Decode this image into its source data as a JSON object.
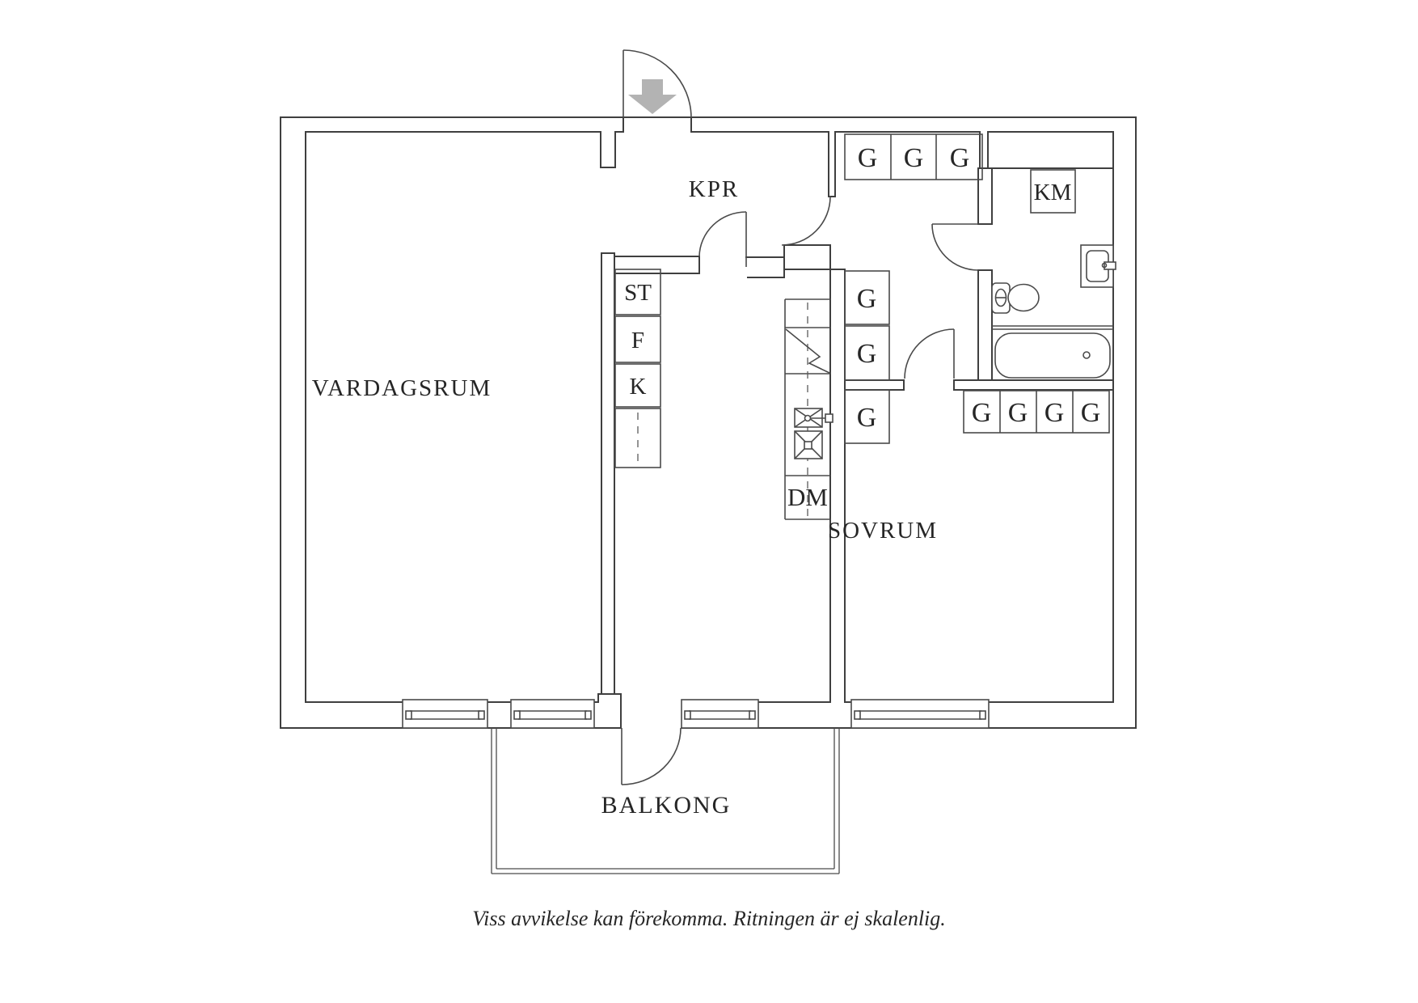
{
  "plan": {
    "rooms": {
      "living_room": "VARDAGSRUM",
      "bedroom": "SOVRUM",
      "hallway": "KPR",
      "balcony": "BALKONG"
    },
    "kitchen_units": {
      "st": "ST",
      "f": "F",
      "k": "K",
      "dm": "DM"
    },
    "bathroom_units": {
      "km": "KM"
    },
    "wardrobes": {
      "hall_top_row": [
        "G",
        "G",
        "G"
      ],
      "hall_column": [
        "G",
        "G",
        "G"
      ],
      "bedroom_row": [
        "G",
        "G",
        "G",
        "G"
      ]
    },
    "footer_note": "Viss avvikelse kan förekomma. Ritningen är ej skalenlig.",
    "icons": {
      "entrance": "down-arrow"
    },
    "colors": {
      "line": "#3f3f3f",
      "text": "#262626",
      "entrance_arrow": "#b3b3b3"
    }
  }
}
